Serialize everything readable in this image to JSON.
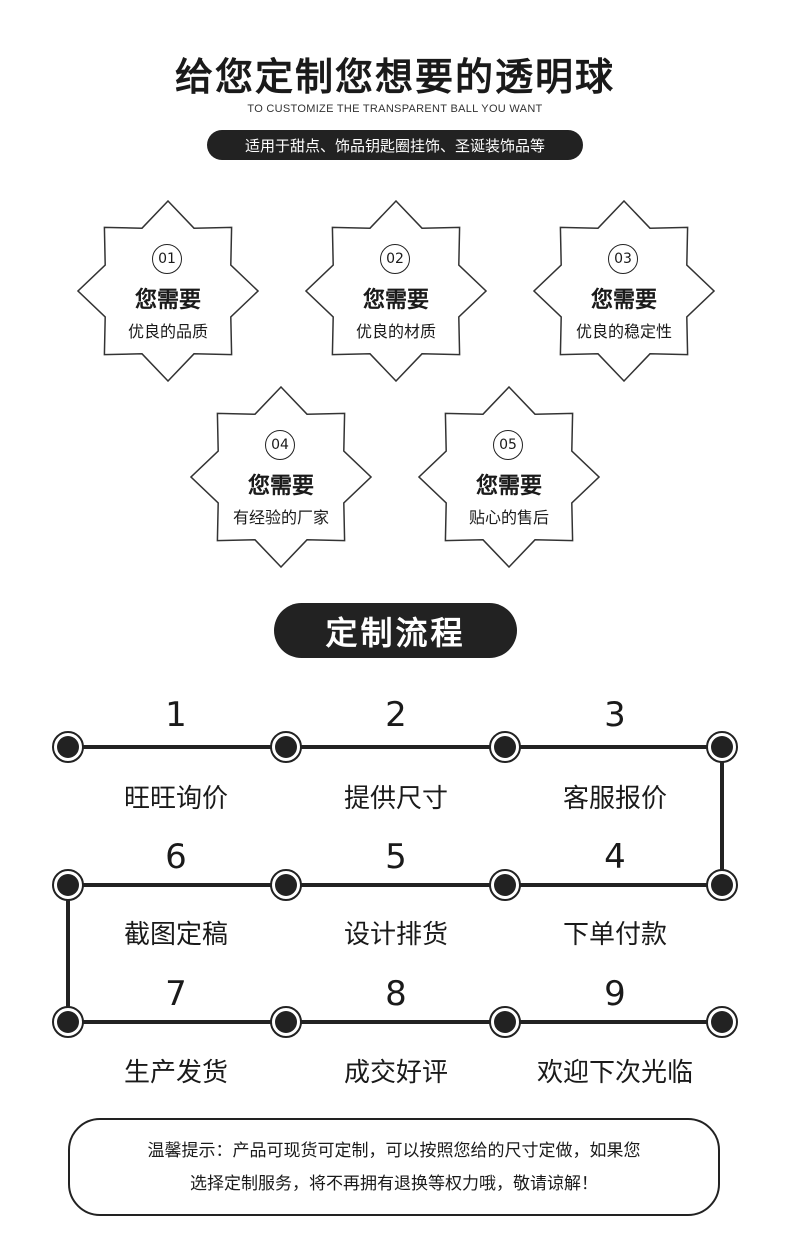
{
  "header": {
    "title": "给您定制您想要的透明球",
    "subtitle": "TO CUSTOMIZE THE TRANSPARENT BALL YOU WANT",
    "tagline": "适用于甜点、饰品钥匙圈挂饰、圣诞装饰品等"
  },
  "features": [
    {
      "num": "01",
      "head": "您需要",
      "sub": "优良的品质"
    },
    {
      "num": "02",
      "head": "您需要",
      "sub": "优良的材质"
    },
    {
      "num": "03",
      "head": "您需要",
      "sub": "优良的稳定性"
    },
    {
      "num": "04",
      "head": "您需要",
      "sub": "有经验的厂家"
    },
    {
      "num": "05",
      "head": "您需要",
      "sub": "贴心的售后"
    }
  ],
  "process": {
    "title": "定制流程",
    "steps": [
      {
        "num": "1",
        "label": "旺旺询价"
      },
      {
        "num": "2",
        "label": "提供尺寸"
      },
      {
        "num": "3",
        "label": "客服报价"
      },
      {
        "num": "4",
        "label": "下单付款"
      },
      {
        "num": "5",
        "label": "设计排货"
      },
      {
        "num": "6",
        "label": "截图定稿"
      },
      {
        "num": "7",
        "label": "生产发货"
      },
      {
        "num": "8",
        "label": "成交好评"
      },
      {
        "num": "9",
        "label": "欢迎下次光临"
      }
    ]
  },
  "notice": {
    "line1": "温馨提示：产品可现货可定制，可以按照您给的尺寸定做，如果您",
    "line2": "选择定制服务，将不再拥有退换等权力哦，敬请谅解！"
  },
  "colors": {
    "dark": "#222222",
    "text": "#1a1a1a",
    "background": "#ffffff"
  }
}
